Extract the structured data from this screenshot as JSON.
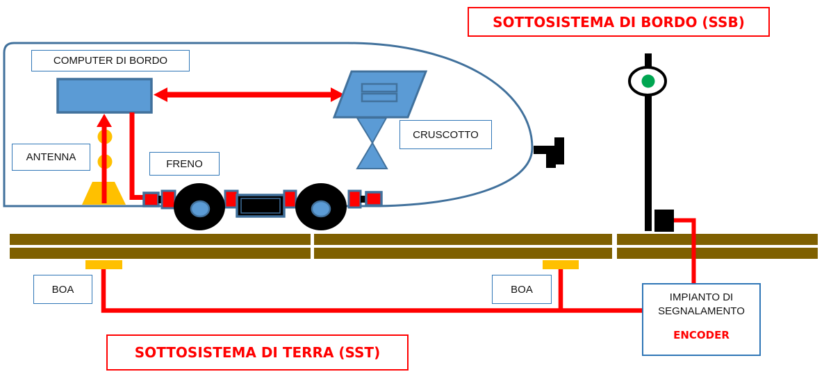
{
  "title": "Schema sistema di segnalamento ferroviario",
  "colors": {
    "red": "#FF0000",
    "blue_fill": "#5B9BD5",
    "blue_border": "#41719C",
    "label_border": "#2E75B6",
    "track": "#7F6000",
    "beacon_yellow": "#FFC000",
    "signal_green": "#00A651",
    "black": "#000000"
  },
  "headers": {
    "ssb": "SOTTOSISTEMA DI BORDO (SSB)",
    "sst": "SOTTOSISTEMA DI TERRA (SST)"
  },
  "labels": {
    "computer": "COMPUTER DI BORDO",
    "antenna": "ANTENNA",
    "freno": "FRENO",
    "cruscotto": "CRUSCOTTO",
    "boa_left": "BOA",
    "boa_right": "BOA",
    "impianto_line1": "IMPIANTO DI",
    "impianto_line2": "SEGNALAMENTO",
    "encoder": "ENCODER"
  }
}
